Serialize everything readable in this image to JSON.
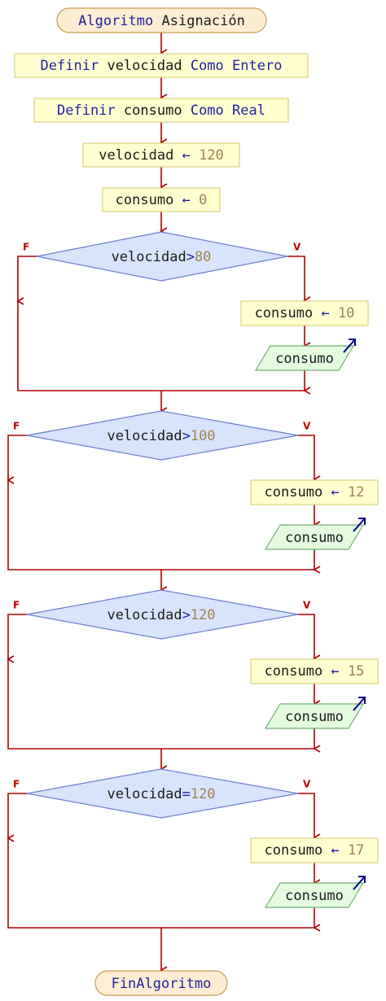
{
  "colors": {
    "line": "#b00000",
    "terminal_fill": "#fdeed3",
    "terminal_stroke": "#c89a50",
    "process_fill": "#ffffd0",
    "process_stroke": "#d8d080",
    "decision_fill": "#d8e4fc",
    "decision_stroke": "#6a7fcf",
    "io_fill": "#e4fbe0",
    "io_stroke": "#70b070",
    "keyword": "#1f1fa0",
    "number": "#a08050",
    "io_arrow": "#00008b"
  },
  "start": {
    "kw": "Algoritmo",
    "name": "Asignación"
  },
  "defs": [
    {
      "kw1": "Definir",
      "var": "velocidad",
      "kw2": "Como",
      "type": "Entero"
    },
    {
      "kw1": "Definir",
      "var": "consumo",
      "kw2": "Como",
      "type": "Real"
    }
  ],
  "assign_arrow": "←",
  "init": [
    {
      "var": "velocidad",
      "value": "120"
    },
    {
      "var": "consumo",
      "value": "0"
    }
  ],
  "decisions": [
    {
      "var": "velocidad",
      "op": ">",
      "value": "80",
      "false_label": "F",
      "true_label": "V",
      "assign_var": "consumo",
      "assign_value": "10",
      "output": "consumo"
    },
    {
      "var": "velocidad",
      "op": ">",
      "value": "100",
      "false_label": "F",
      "true_label": "V",
      "assign_var": "consumo",
      "assign_value": "12",
      "output": "consumo"
    },
    {
      "var": "velocidad",
      "op": ">",
      "value": "120",
      "false_label": "F",
      "true_label": "V",
      "assign_var": "consumo",
      "assign_value": "15",
      "output": "consumo"
    },
    {
      "var": "velocidad",
      "op": "=",
      "value": "120",
      "false_label": "F",
      "true_label": "V",
      "assign_var": "consumo",
      "assign_value": "17",
      "output": "consumo"
    }
  ],
  "end": {
    "kw": "FinAlgoritmo"
  }
}
